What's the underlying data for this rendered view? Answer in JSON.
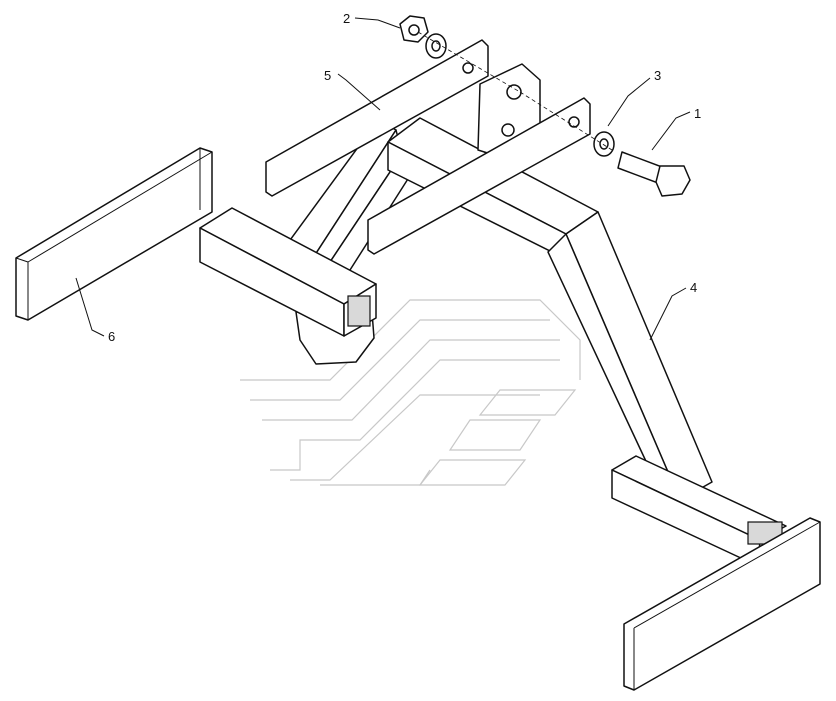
{
  "callouts": [
    {
      "id": "1",
      "text": "1"
    },
    {
      "id": "2",
      "text": "2"
    },
    {
      "id": "3",
      "text": "3"
    },
    {
      "id": "4",
      "text": "4"
    },
    {
      "id": "5",
      "text": "5"
    },
    {
      "id": "6",
      "text": "6"
    }
  ],
  "parts": {
    "bolt": "hex-bolt",
    "nut": "hex-nut",
    "washer": "flat-washer",
    "frame": "tubular-frame",
    "strip_plate": "flat-strip-plate",
    "pad_plate": "rectangular-pad"
  }
}
